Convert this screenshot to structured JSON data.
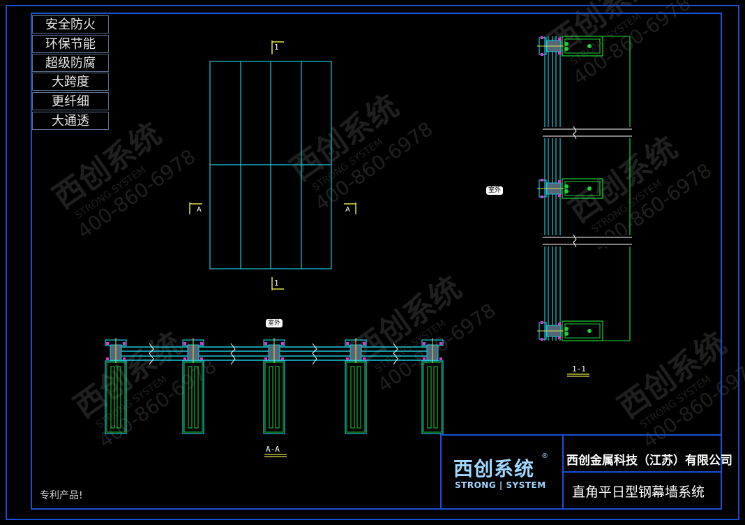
{
  "features": [
    "安全防火",
    "环保节能",
    "超级防腐",
    "大跨度",
    "更纤细",
    "大通透"
  ],
  "markers": {
    "section_1_top": "1",
    "section_1_bottom": "1",
    "section_a_left": "A",
    "section_a_right": "A",
    "outdoor_top": "室外",
    "outdoor_bottom": "室外"
  },
  "section_titles": {
    "vertical": "1-1",
    "horizontal": "A-A"
  },
  "watermark": {
    "brand": "西创系统",
    "brand_en": "STRONG SYSTEM",
    "phone": "400-860-6978"
  },
  "note": "专利产品!",
  "title_block": {
    "logo_cn": "西创系统",
    "logo_en": "STRONG | SYSTEM",
    "registered": "®",
    "company": "西创金属科技（江苏）有限公司",
    "product": "直角平日型钢幕墙系统"
  },
  "colors": {
    "frame": "#1c4fd8",
    "cyan": "#19c9d8",
    "green": "#1fd13a",
    "yellow": "#e0e04a",
    "magenta": "#d33bd3"
  }
}
